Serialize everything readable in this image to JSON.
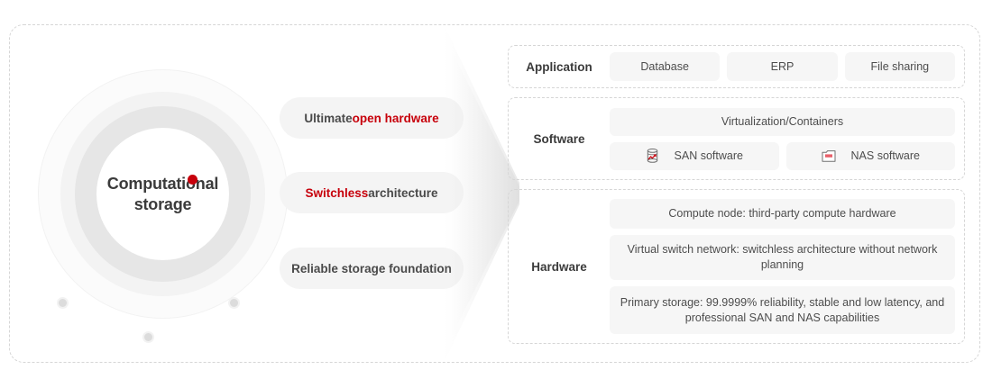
{
  "diagram": {
    "center": {
      "title_line1": "Computational",
      "title_line2": "storage",
      "accent_color": "#c7000b"
    },
    "pills": [
      {
        "prefix": "Ultimate ",
        "highlight": "open hardware",
        "suffix": "",
        "name": "ultimate-open-hardware"
      },
      {
        "prefix": "",
        "highlight": "Switchless",
        "suffix": " architecture",
        "name": "switchless-architecture"
      },
      {
        "prefix": "Reliable storage foundation",
        "highlight": "",
        "suffix": "",
        "name": "reliable-storage-foundation"
      }
    ],
    "layers": [
      {
        "label": "Application",
        "rows": [
          {
            "cards": [
              {
                "text": "Database"
              },
              {
                "text": "ERP"
              },
              {
                "text": "File sharing"
              }
            ]
          }
        ]
      },
      {
        "label": "Software",
        "rows": [
          {
            "cards": [
              {
                "text": "Virtualization/Containers"
              }
            ]
          },
          {
            "cards": [
              {
                "text": "SAN software",
                "icon": "database-chart-icon"
              },
              {
                "text": "NAS software",
                "icon": "folder-icon"
              }
            ]
          }
        ]
      },
      {
        "label": "Hardware",
        "rows": [
          {
            "cards": [
              {
                "text": "Compute node: third-party compute hardware"
              }
            ]
          },
          {
            "cards": [
              {
                "text": "Virtual switch network: switchless architecture without network planning"
              }
            ]
          },
          {
            "cards": [
              {
                "text": "Primary storage: 99.9999% reliability, stable and low latency, and professional SAN and NAS capabilities"
              }
            ]
          }
        ]
      }
    ]
  },
  "colors": {
    "accent_red": "#c7000b",
    "text_dark": "#3b3b3b",
    "text_body": "#4d4d4d",
    "card_bg": "#f6f6f6",
    "dash_border": "#d6d6d6"
  }
}
